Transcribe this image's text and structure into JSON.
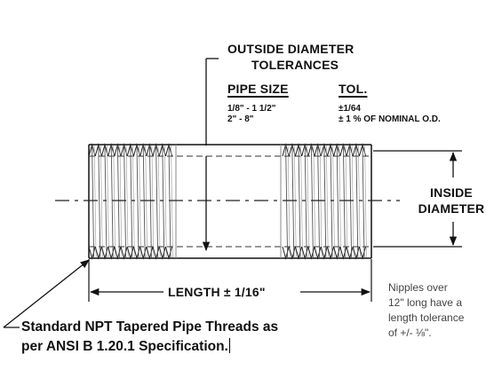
{
  "tolerance_table": {
    "title_line1": "OUTSIDE DIAMETER",
    "title_line2": "TOLERANCES",
    "col_pipe_size": "PIPE SIZE",
    "col_tol": "TOL.",
    "rows": [
      {
        "size": "1/8\" - 1 1/2\"",
        "tol": "±1/64"
      },
      {
        "size": "2\" - 8\"",
        "tol": "± 1 % OF NOMINAL O.D."
      }
    ]
  },
  "inside_diameter": {
    "line1": "INSIDE",
    "line2": "DIAMETER"
  },
  "length_label": "LENGTH ± 1/16\"",
  "note": [
    "Nipples over",
    "12\" long have a",
    "length tolerance",
    "of +/- ⅛\"."
  ],
  "spec_text": [
    "Standard NPT Tapered Pipe Threads as",
    "per ANSI B 1.20.1 Specification."
  ]
}
